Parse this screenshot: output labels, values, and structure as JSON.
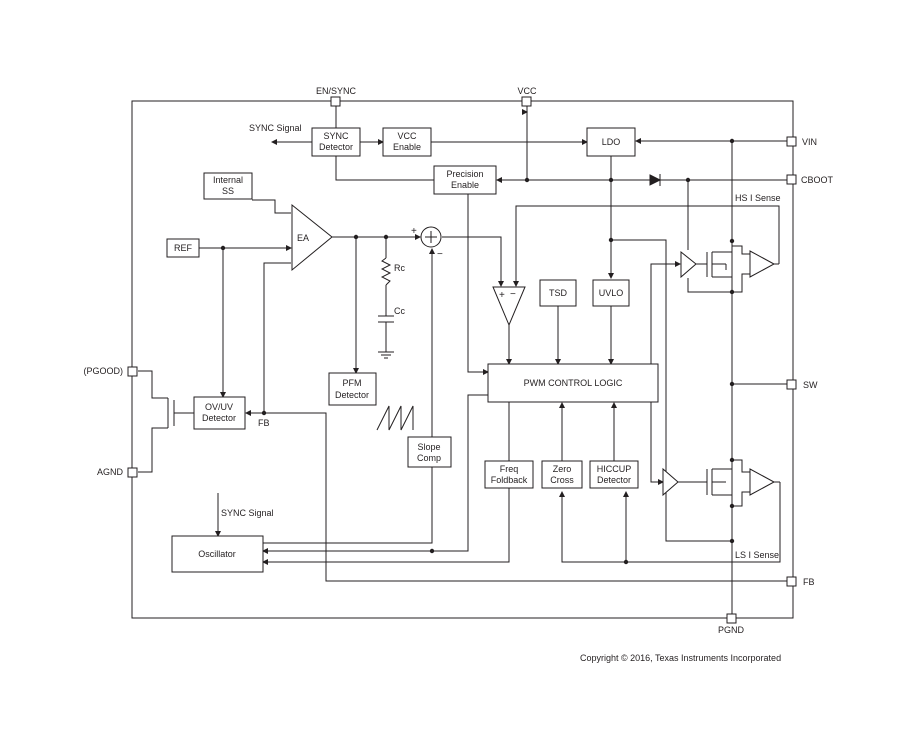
{
  "pins": {
    "en_sync": "EN/SYNC",
    "vcc": "VCC",
    "vin": "VIN",
    "cboot": "CBOOT",
    "pgood": "(PGOOD)",
    "agnd": "AGND",
    "sw": "SW",
    "fb": "FB",
    "pgnd": "PGND"
  },
  "blocks": {
    "sync_detector": [
      "SYNC",
      "Detector"
    ],
    "vcc_enable": [
      "VCC",
      "Enable"
    ],
    "ldo": "LDO",
    "internal_ss": [
      "Internal",
      "SS"
    ],
    "precision_enable": [
      "Precision",
      "Enable"
    ],
    "ref": "REF",
    "ea": "EA",
    "tsd": "TSD",
    "uvlo": "UVLO",
    "pfm_detector": [
      "PFM",
      "Detector"
    ],
    "ov_uv_detector": [
      "OV/UV",
      "Detector"
    ],
    "pwm_control_logic": "PWM CONTROL LOGIC",
    "slope_comp": [
      "Slope",
      "Comp"
    ],
    "freq_foldback": [
      "Freq",
      "Foldback"
    ],
    "zero_cross": [
      "Zero",
      "Cross"
    ],
    "hiccup_detector": [
      "HICCUP",
      "Detector"
    ],
    "oscillator": "Oscillator"
  },
  "labels": {
    "sync_signal_out": "SYNC Signal",
    "sync_signal_in": "SYNC Signal",
    "hs_i_sense": "HS I Sense",
    "ls_i_sense": "LS I Sense",
    "rc": "Rc",
    "cc": "Cc",
    "fb_internal": "FB",
    "sum_plus": "+",
    "sum_minus": "−",
    "comp_plus": "+",
    "comp_minus": "−"
  },
  "copyright": "Copyright © 2016, Texas Instruments Incorporated"
}
